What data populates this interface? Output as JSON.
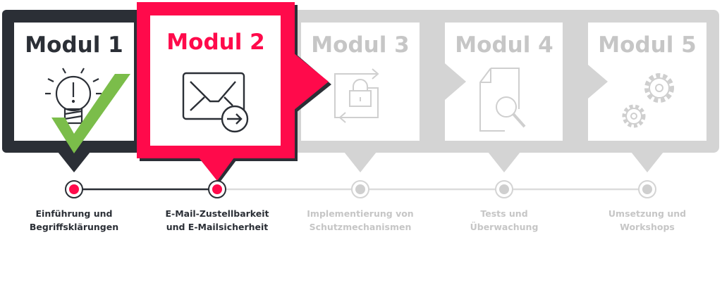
{
  "colors": {
    "dark": "#2b2f36",
    "accent": "#ff0a4b",
    "inactive": "#d4d4d4",
    "inactive_text": "#c6c6c6",
    "check": "#7bbd4a"
  },
  "modules": [
    {
      "title": "Modul 1",
      "label_line1": "Einführung und",
      "label_line2": "Begriffsklärungen",
      "status": "completed",
      "icon": "lightbulb-icon"
    },
    {
      "title": "Modul 2",
      "label_line1": "E-Mail-Zustellbarkeit",
      "label_line2": "und E-Mailsicherheit",
      "status": "current",
      "icon": "email-send-icon"
    },
    {
      "title": "Modul 3",
      "label_line1": "Implementierung von",
      "label_line2": "Schutzmechanismen",
      "status": "upcoming",
      "icon": "lock-sync-icon"
    },
    {
      "title": "Modul 4",
      "label_line1": "Tests und",
      "label_line2": "Überwachung",
      "status": "upcoming",
      "icon": "document-search-icon"
    },
    {
      "title": "Modul 5",
      "label_line1": "Umsetzung und",
      "label_line2": "Workshops",
      "status": "upcoming",
      "icon": "gears-icon"
    }
  ]
}
